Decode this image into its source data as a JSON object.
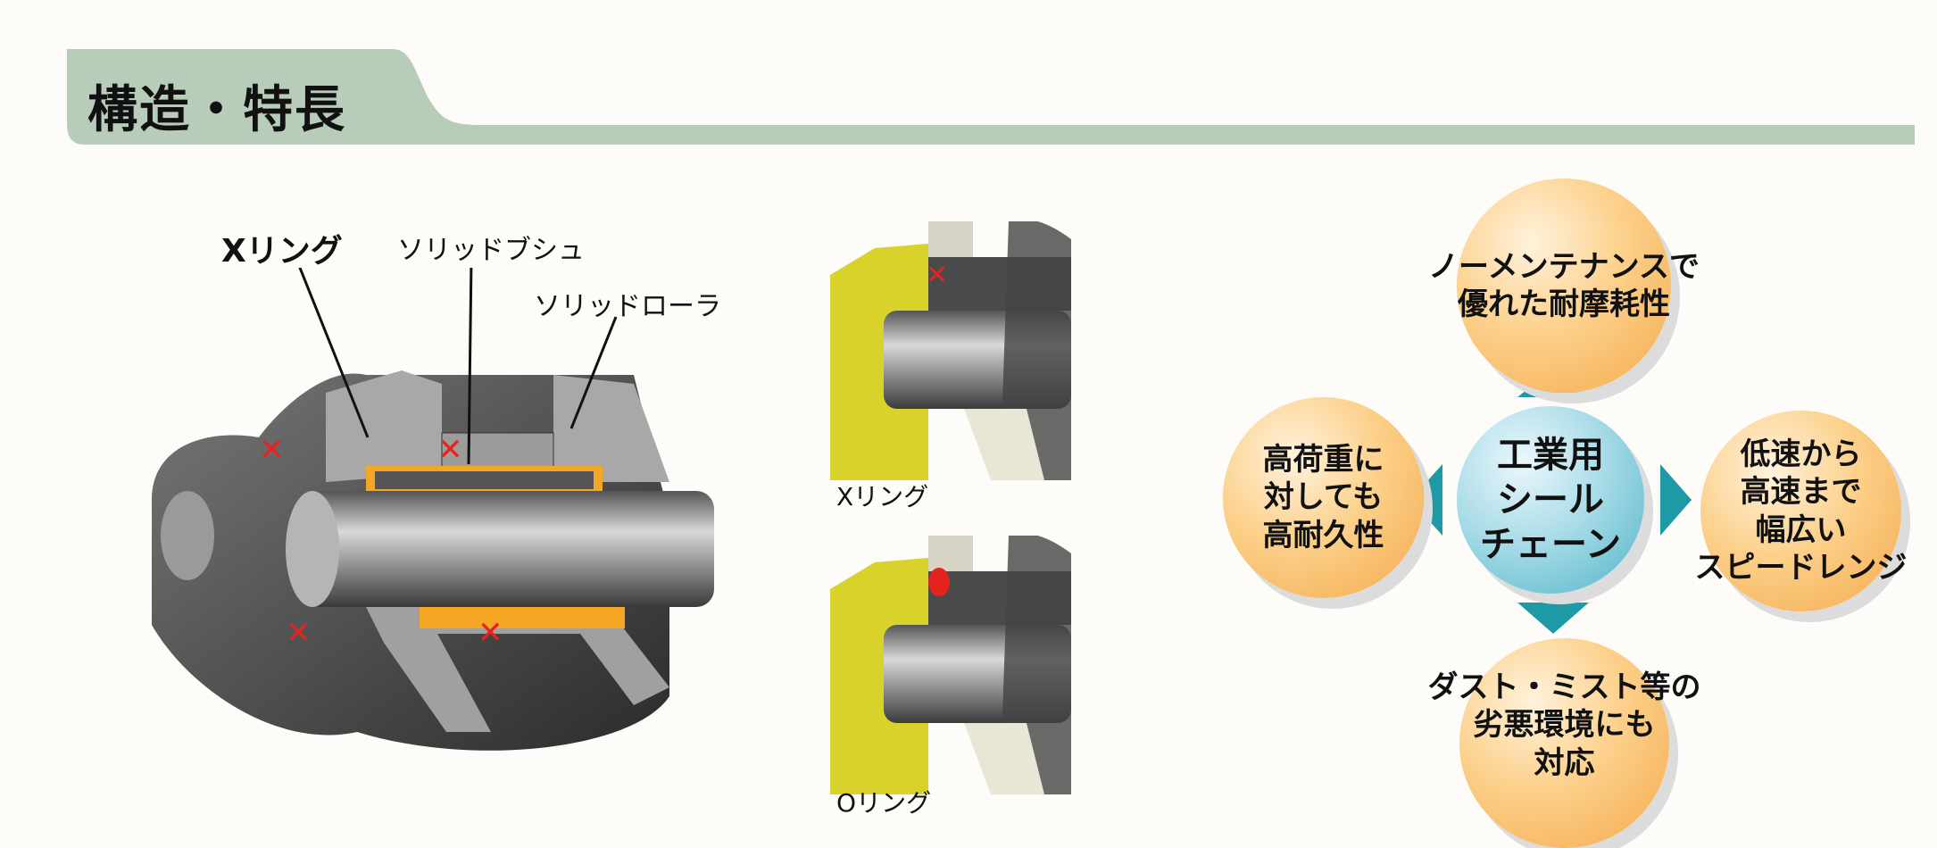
{
  "section_title": "構造・特長",
  "structure_diagram": {
    "labels": {
      "x_ring": "Xリング",
      "solid_bush": "ソリッドブシュ",
      "solid_roller": "ソリッドローラ"
    }
  },
  "comparison": {
    "x_ring_caption": "Xリング",
    "o_ring_caption": "Oリング"
  },
  "features": {
    "center": [
      "工業用",
      "シール",
      "チェーン"
    ],
    "top": [
      "ノーメンテナンスで",
      "優れた耐摩耗性"
    ],
    "left": [
      "高荷重に",
      "対しても",
      "高耐久性"
    ],
    "right": [
      "低速から",
      "高速まで",
      "幅広い",
      "スピードレンジ"
    ],
    "bottom": [
      "ダスト・ミスト等の",
      "劣悪環境にも",
      "対応"
    ]
  },
  "colors": {
    "header": "#b7cdb9",
    "arrow": "#1e9aa6",
    "seal": "#e52420",
    "orange": "#f4a94a"
  }
}
